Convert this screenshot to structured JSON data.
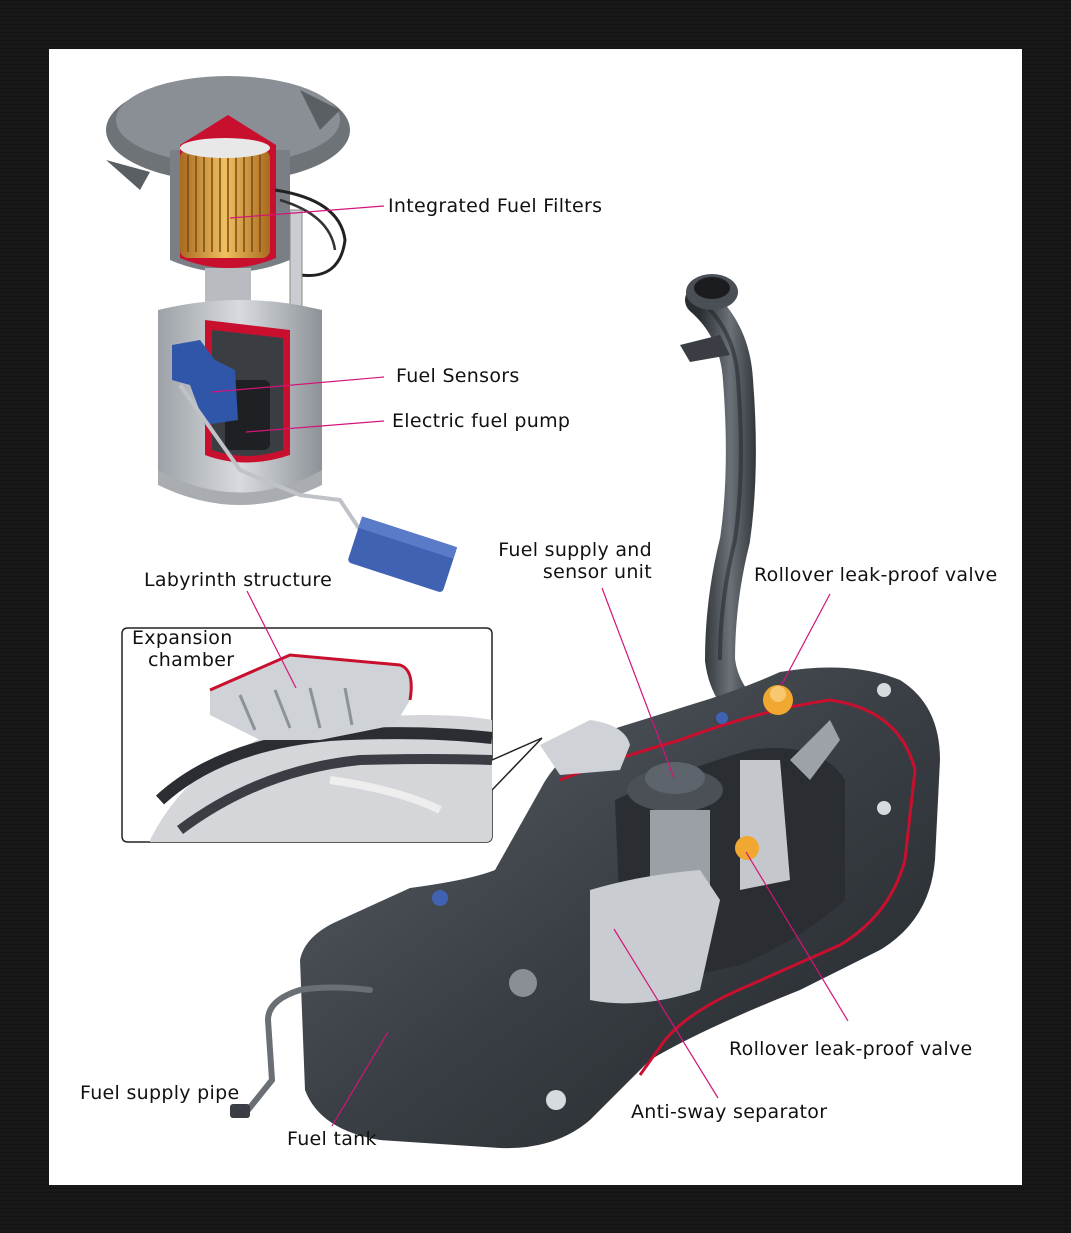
{
  "labels": {
    "integrated_fuel_filters": "Integrated Fuel Filters",
    "fuel_sensors": "Fuel Sensors",
    "electric_fuel_pump": "Electric fuel pump",
    "fuel_supply_sensor_line1": "Fuel supply and",
    "fuel_supply_sensor_line2": "sensor unit",
    "labyrinth_structure": "Labyrinth structure",
    "expansion_line1": "Expansion",
    "expansion_line2": "chamber",
    "rollover_valve_top": "Rollover leak-proof valve",
    "rollover_valve_bottom": "Rollover leak-proof valve",
    "fuel_supply_pipe": "Fuel supply pipe",
    "fuel_tank": "Fuel tank",
    "anti_sway_separator": "Anti-sway separator"
  },
  "colors": {
    "leader_line": "#d4147a",
    "tank_body": "#3c4146",
    "cutaway_red": "#c8102e",
    "filter_orange": "#d89a3c",
    "sensor_blue": "#2f56a8",
    "valve_orange": "#f0a830"
  }
}
